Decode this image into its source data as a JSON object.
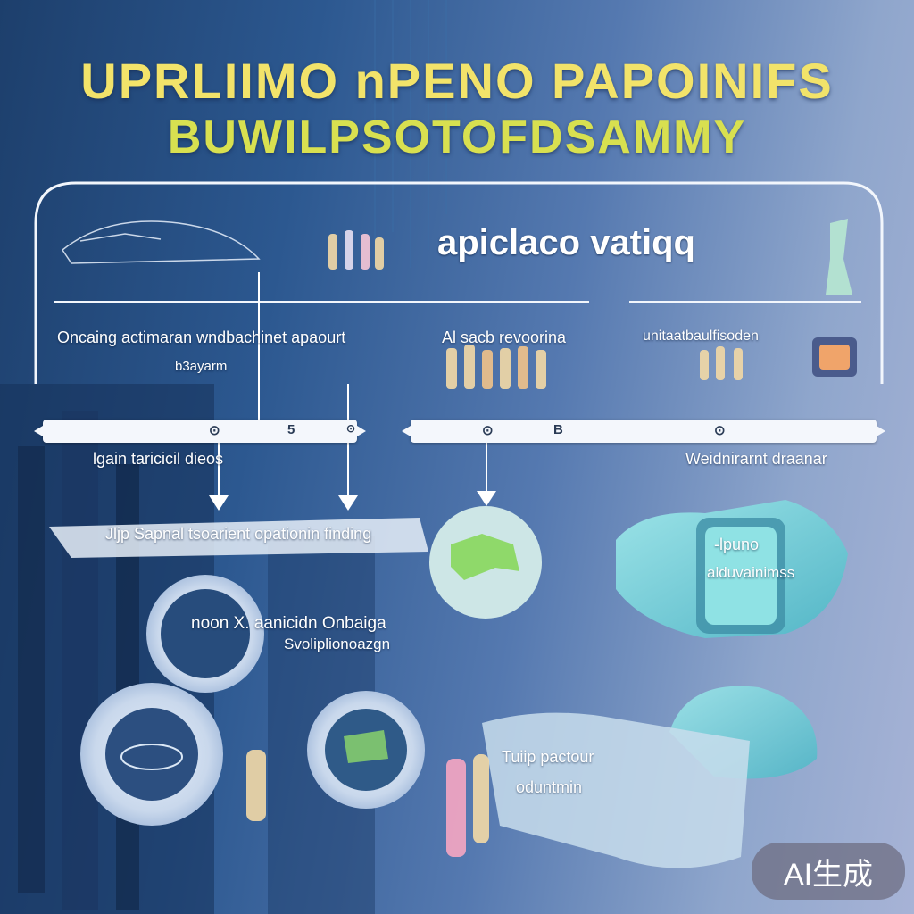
{
  "title": {
    "line1": "UPRLIIMO nPENO PAPOINIFS",
    "line2": "BUWILPSOTOFDSAMMY"
  },
  "top_panel": {
    "section_title": "apiclaco vatiqq",
    "captions": [
      "Oncaing actimaran  wndbachinet apaourt",
      "Al sacb revoorina",
      "unitaatbaulfisoden"
    ],
    "sub_caption": "b3ayarm"
  },
  "timeline": {
    "left_glyphs": [
      "⊙",
      "5",
      "⊙"
    ],
    "right_glyphs": [
      "⊙",
      "B",
      "⊙"
    ],
    "left_caption": "lgain taricicil dieos",
    "right_caption": "Weidnirarnt draanar"
  },
  "lower": {
    "wide_band_text": "Jljp Sapnal tsoarient opationin finding",
    "teal_text_line1": "-lpuno",
    "teal_text_line2": "alduvainimss",
    "circle_text_line1": "noon X. aanicidn Onbaiga",
    "circle_text_line2": "Svoliplionoazgn",
    "sheet_text_line1": "Tuiip pactour",
    "sheet_text_line2": "oduntmin"
  },
  "badge": "AI生成",
  "colors": {
    "title_yellow": "#f2e36a",
    "teal": "#6fd3d8",
    "accent_green": "#8fd96a"
  }
}
